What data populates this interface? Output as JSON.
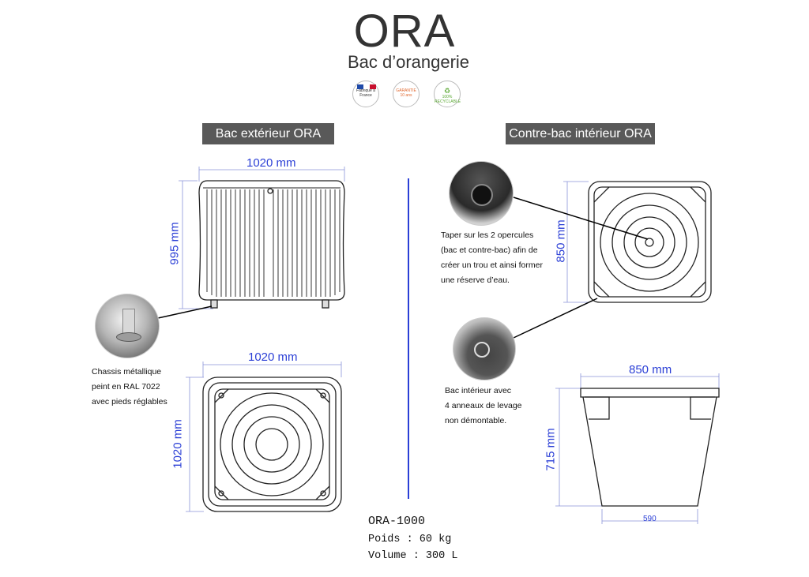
{
  "header": {
    "title": "ORA",
    "subtitle": "Bac d’orangerie"
  },
  "badges": [
    {
      "icon": "france-flag-icon",
      "label": "Fabriqué à France",
      "color": "#c8102e"
    },
    {
      "icon": "warranty-icon",
      "label": "GARANTIE 10 ans",
      "color": "#e0662c"
    },
    {
      "icon": "recycle-icon",
      "label": "100% RECYCLABLE",
      "color": "#5aa832"
    }
  ],
  "sections": {
    "left": "Bac extérieur ORA",
    "right": "Contre-bac intérieur ORA"
  },
  "dimensions": {
    "outer_front_width": "1020 mm",
    "outer_front_height": "995 mm",
    "outer_top_width": "1020 mm",
    "outer_top_height": "1020 mm",
    "inner_top_height": "850 mm",
    "inner_side_width": "850 mm",
    "inner_side_height": "715 mm",
    "inner_base_width": "590"
  },
  "notes": {
    "chassis": [
      "Chassis métallique",
      "peint en RAL 7022",
      "avec pieds réglables"
    ],
    "opercules": [
      "Taper sur les 2 opercules",
      "(bac et contre-bac) afin de",
      "créer un trou et ainsi former",
      "une réserve d’eau."
    ],
    "inner": [
      "Bac intérieur avec",
      "4 anneaux de levage",
      "non démontable."
    ]
  },
  "product": {
    "model": "ORA-1000",
    "weight": "Poids : 60 kg",
    "volume": "Volume : 300 L"
  },
  "colors": {
    "dimension": "#2b3fd6",
    "header_bg": "#595959",
    "divider": "#2b3fd6"
  }
}
